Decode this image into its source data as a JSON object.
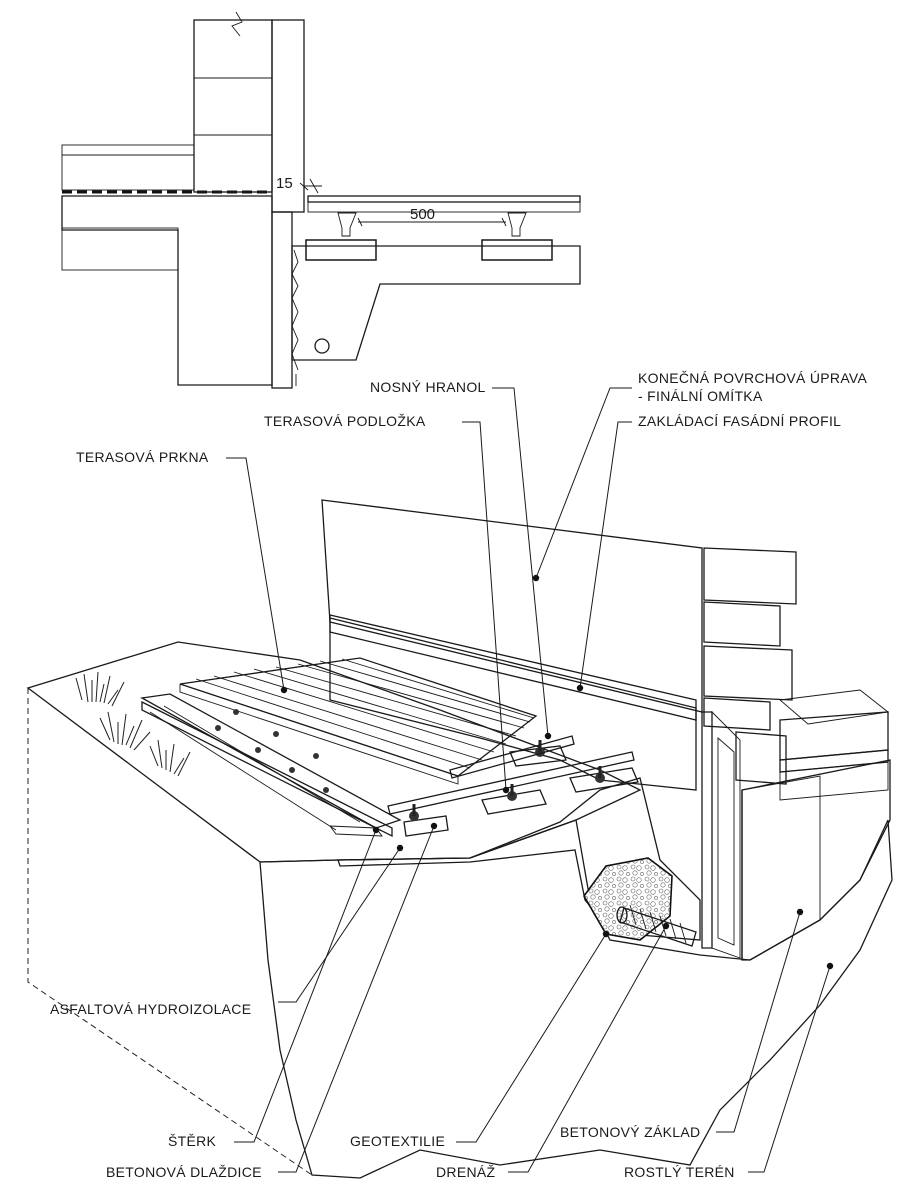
{
  "section_dimensions": {
    "joint_gap": "15",
    "support_spacing": "500"
  },
  "labels": {
    "nosny_hranol": "NOSNÝ HRANOL",
    "terasova_podlozka": "TERASOVÁ PODLOŽKA",
    "terasova_prkna": "TERASOVÁ PRKNA",
    "povrchova_uprava_1": "KONEČNÁ POVRCHOVÁ ÚPRAVA",
    "povrchova_uprava_2": "- FINÁLNÍ OMÍTKA",
    "zakladaci_profil": "ZAKLÁDACÍ FASÁDNÍ PROFIL",
    "asfaltova_hydroizolace": "ASFALTOVÁ HYDROIZOLACE",
    "sterk": "ŠTĚRK",
    "betonova_dlazdice": "BETONOVÁ DLAŽDICE",
    "geotextilie": "GEOTEXTILIE",
    "drenaz": "DRENÁŽ",
    "betonovy_zaklad": "BETONOVÝ ZÁKLAD",
    "rostly_teren": "ROSTLÝ TERÉN"
  }
}
